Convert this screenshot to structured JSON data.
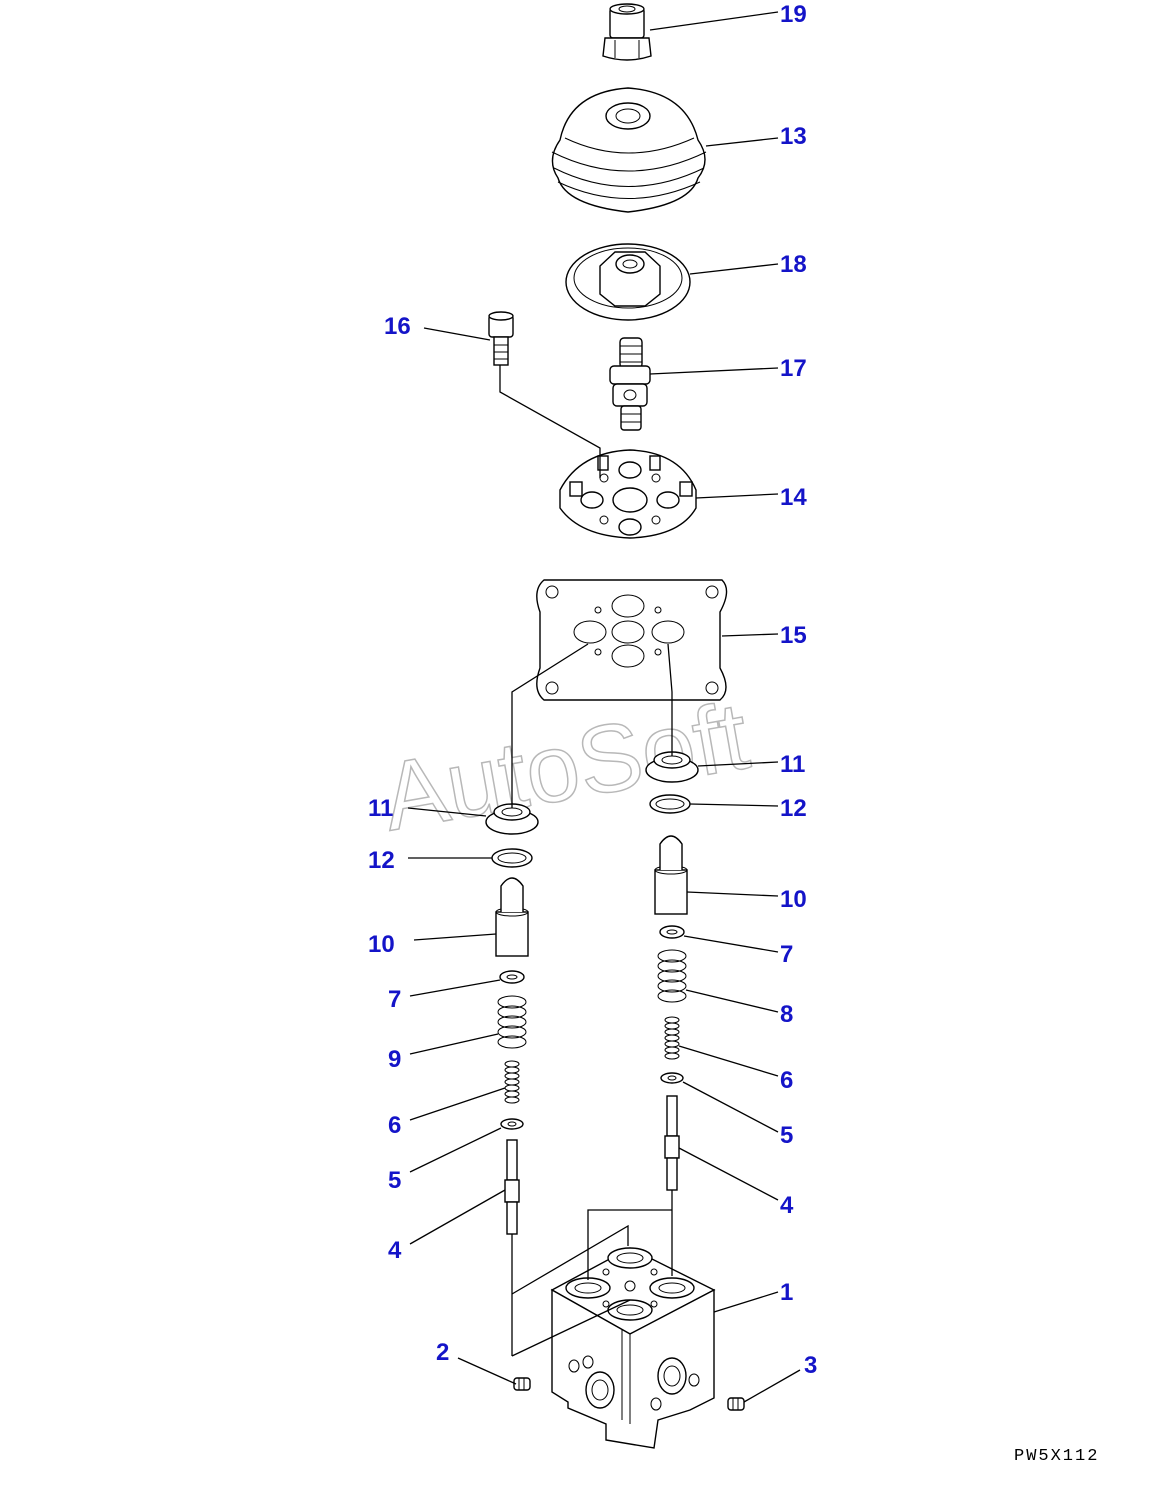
{
  "callouts": [
    {
      "label": "19"
    },
    {
      "label": "13"
    },
    {
      "label": "18"
    },
    {
      "label": "16"
    },
    {
      "label": "17"
    },
    {
      "label": "14"
    },
    {
      "label": "15"
    },
    {
      "label": "11"
    },
    {
      "label": "11"
    },
    {
      "label": "12"
    },
    {
      "label": "12"
    },
    {
      "label": "10"
    },
    {
      "label": "10"
    },
    {
      "label": "7"
    },
    {
      "label": "7"
    },
    {
      "label": "8"
    },
    {
      "label": "9"
    },
    {
      "label": "6"
    },
    {
      "label": "6"
    },
    {
      "label": "5"
    },
    {
      "label": "5"
    },
    {
      "label": "4"
    },
    {
      "label": "4"
    },
    {
      "label": "1"
    },
    {
      "label": "2"
    },
    {
      "label": "3"
    }
  ],
  "watermark": "AutoSoft",
  "drawing_code": "PW5X112",
  "colors": {
    "callout": "#1414c8",
    "line": "#000000",
    "watermark": "#cfcfcf"
  }
}
